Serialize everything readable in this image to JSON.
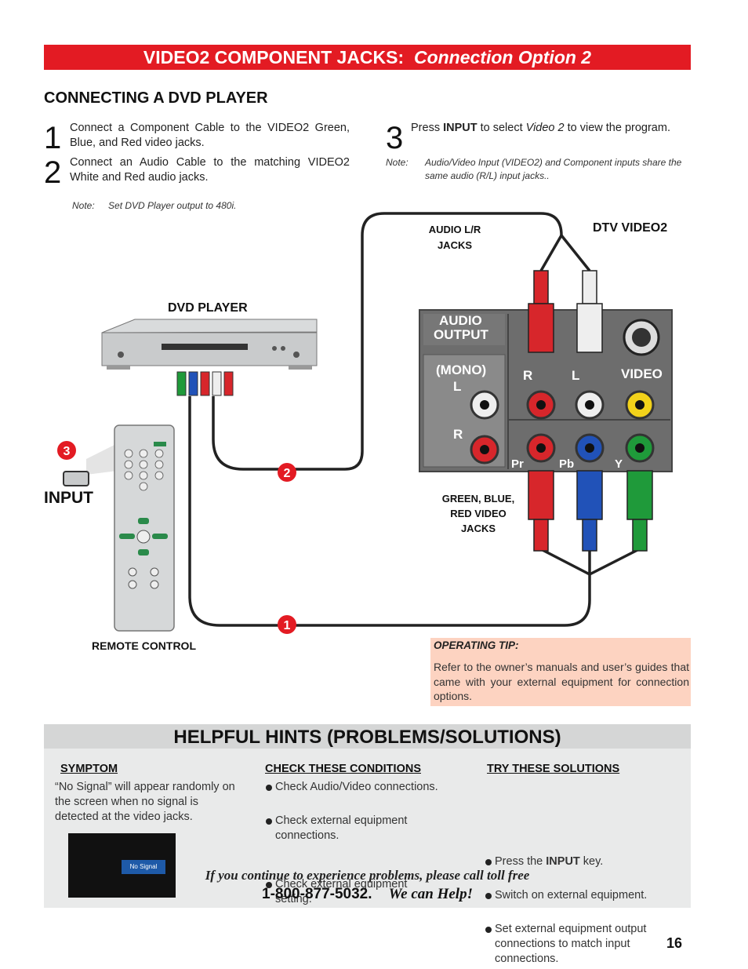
{
  "banner": {
    "title_main": "VIDEO2 COMPONENT JACKS",
    "title_sep": ":",
    "title_option": "Connection Option 2"
  },
  "section": {
    "heading": "CONNECTING A DVD PLAYER"
  },
  "steps": [
    {
      "number": "1",
      "text": "Connect a Component Cable to the VIDEO2 Green, Blue, and Red video jacks."
    },
    {
      "number": "2",
      "text": "Connect an Audio Cable to the matching VIDEO2 White and Red audio jacks."
    },
    {
      "number": "3",
      "text_pre": "Press ",
      "text_key": "INPUT",
      "text_mid": " to select ",
      "text_italic": "Video 2",
      "text_post": " to view the program."
    }
  ],
  "notes": {
    "left_label": "Note:",
    "left_text": "Set DVD Player output to 480i.",
    "right_label": "Note:",
    "right_text": "Audio/Video Input (VIDEO2) and Component inputs share the same audio (R/L) input jacks.."
  },
  "diagram": {
    "audio_label_1": "AUDIO L/R",
    "audio_label_2": "JACKS",
    "dtv_label": "DTV VIDEO2",
    "dvd_label": "DVD PLAYER",
    "input_label": "INPUT",
    "remote_label": "REMOTE CONTROL",
    "video_label_1": "GREEN, BLUE,",
    "video_label_2": "RED VIDEO",
    "video_label_3": "JACKS",
    "panel_audio_output_1": "AUDIO",
    "panel_audio_output_2": "OUTPUT",
    "panel_mono": "(MONO)",
    "panel_l": "L",
    "panel_r": "R",
    "panel_r2": "R",
    "panel_l2": "L",
    "panel_video": "VIDEO",
    "panel_pr": "Pr",
    "panel_pb": "Pb",
    "panel_y": "Y",
    "callout_1": "1",
    "callout_2": "2",
    "callout_3": "3"
  },
  "tip": {
    "title": "OPERATING TIP:",
    "body": "Refer to the owner’s manuals and user’s guides that came with your external equipment for connection options."
  },
  "hints": {
    "title": "HELPFUL HINTS (PROBLEMS/SOLUTIONS)",
    "symptom_head": "SYMPTOM",
    "symptom_text": "“No Signal” will appear randomly on the screen when no signal is detected at the video jacks.",
    "no_signal_badge": "No Signal",
    "check_head": "CHECK THESE CONDITIONS",
    "check_items": [
      "Check Audio/Video connections.",
      "Check external equipment connections.",
      "Check external equipment setting."
    ],
    "try_head": "TRY THESE SOLUTIONS",
    "try_first_pre": "Press the ",
    "try_first_key": "INPUT",
    "try_first_post": " key.",
    "try_items": [
      "Switch on external equipment.",
      "Set external equipment output connections to match input connections."
    ],
    "callout_line1": "If you continue to experience problems, please call toll free",
    "phone": "1-800-877-5032.",
    "help": "We can Help!"
  },
  "page_number": "16",
  "colors": {
    "banner_red": "#e31b23",
    "tip_bg": "#fdd3c1",
    "hints_bg": "#e9eaea",
    "jack_red": "#d7262b",
    "jack_green": "#1f9a3a",
    "jack_blue": "#2152b8",
    "jack_yellow": "#f2d21a"
  }
}
